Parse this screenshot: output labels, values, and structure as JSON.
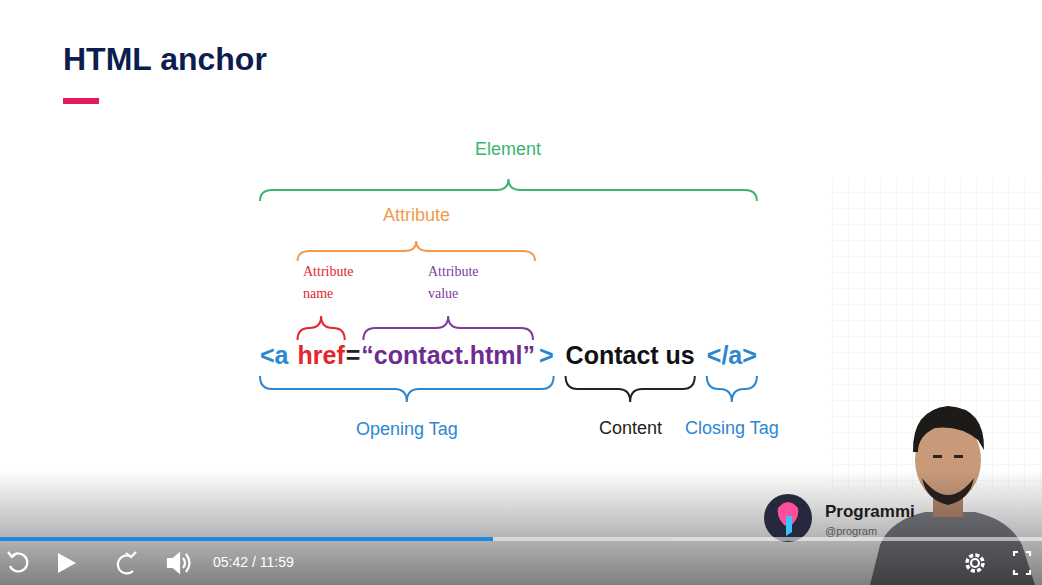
{
  "diagram": {
    "title": "HTML anchor",
    "labels": [
      "Element",
      "Attribute",
      "Attribute name",
      "Attribute value",
      "<a",
      "href",
      "=",
      "“contact.html”",
      ">",
      "Contact us",
      "</a>",
      "Opening Tag",
      "Content",
      "Closing Tag",
      "05:42 / 11:59",
      "Programmi",
      "@program"
    ]
  }
}
